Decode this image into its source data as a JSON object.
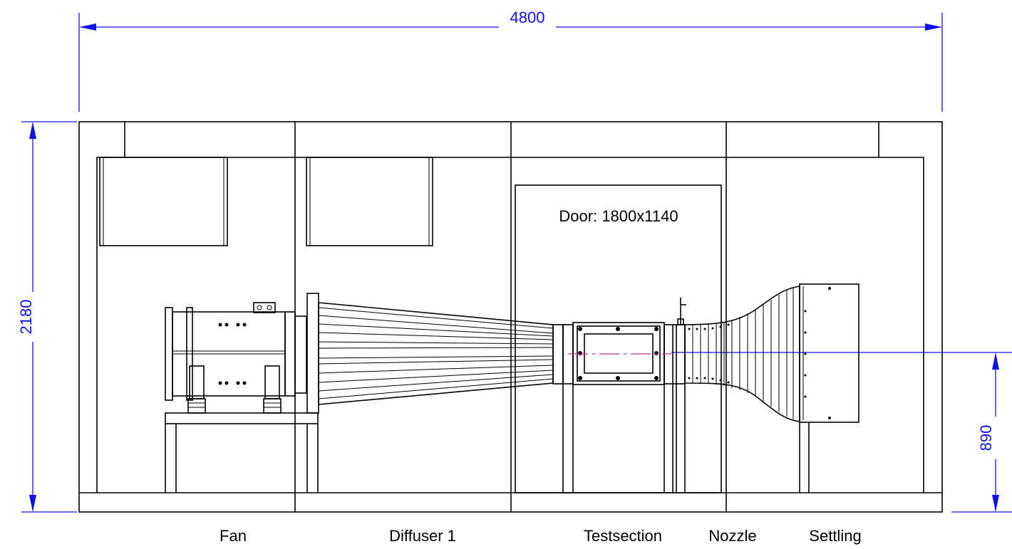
{
  "dimensions": {
    "overall_width": "4800",
    "overall_height": "2180",
    "axis_height": "890",
    "color": "#1010ee"
  },
  "door_label": "Door: 1800x1140",
  "section_labels": {
    "fan": "Fan",
    "diffuser": "Diffuser 1",
    "testsection": "Testsection",
    "nozzle": "Nozzle",
    "settling": "Settling"
  },
  "centerline_color": "#b03090"
}
